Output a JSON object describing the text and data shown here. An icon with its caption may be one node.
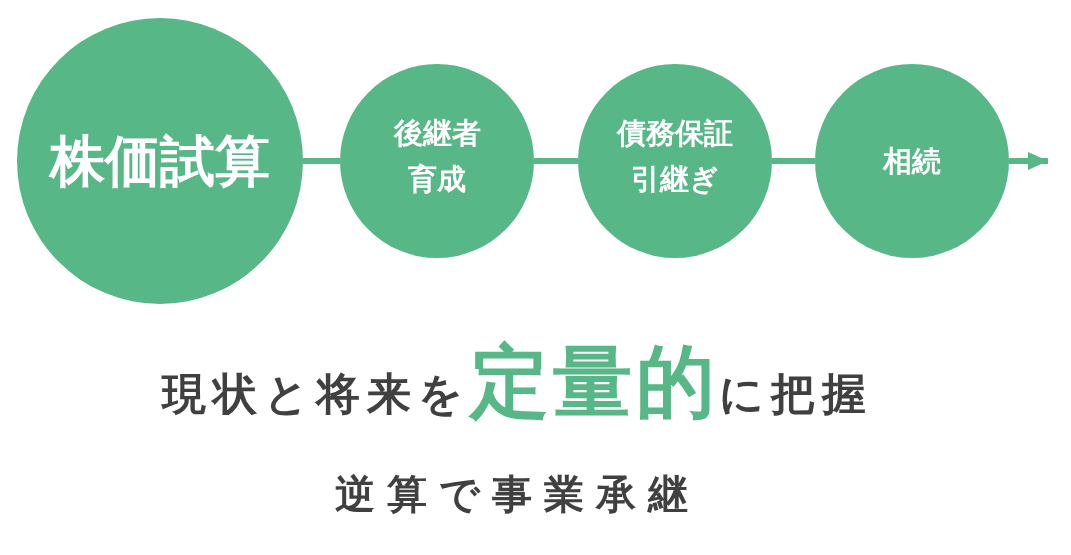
{
  "diagram": {
    "nodes": [
      {
        "text": [
          "株価試算"
        ]
      },
      {
        "text": [
          "後継者育成"
        ]
      },
      {
        "text": [
          "債務保証引継ぎ"
        ]
      },
      {
        "text": [
          "相続"
        ]
      }
    ],
    "edges": [
      {
        "from": 0,
        "to": 1,
        "arrow": "none"
      },
      {
        "from": 1,
        "to": 2,
        "arrow": "none"
      },
      {
        "from": 2,
        "to": 3,
        "arrow": "none"
      },
      {
        "from": 3,
        "to": null,
        "arrow": "to"
      }
    ],
    "labels": [
      "現状と将来を**定量的**に把握",
      "逆算で事業承継"
    ]
  }
}
